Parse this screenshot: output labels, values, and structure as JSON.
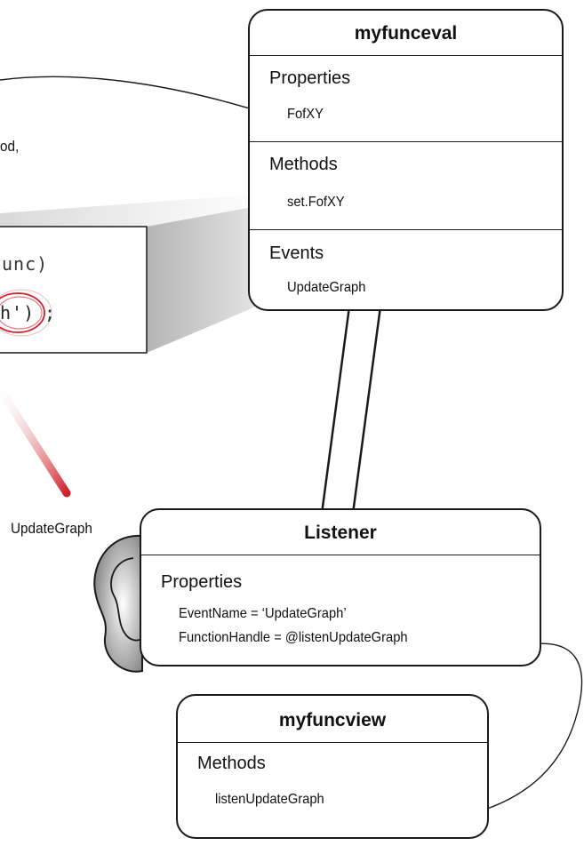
{
  "fragments": {
    "comma_line": "od,",
    "code_line1": "unc)",
    "code_line2": "h')",
    "semicolon": ";"
  },
  "event_label": "UpdateGraph",
  "myfunceval": {
    "title": "myfunceval",
    "properties_heading": "Properties",
    "property": "FofXY",
    "methods_heading": "Methods",
    "method": "set.FofXY",
    "events_heading": "Events",
    "event": "UpdateGraph"
  },
  "listener": {
    "title": "Listener",
    "properties_heading": "Properties",
    "prop1": "EventName = ‘UpdateGraph’",
    "prop2": "FunctionHandle = @listenUpdateGraph"
  },
  "myfuncview": {
    "title": "myfuncview",
    "methods_heading": "Methods",
    "method": "listenUpdateGraph"
  },
  "colors": {
    "outline": "#1a1a1a",
    "highlight": "#d0202a"
  }
}
